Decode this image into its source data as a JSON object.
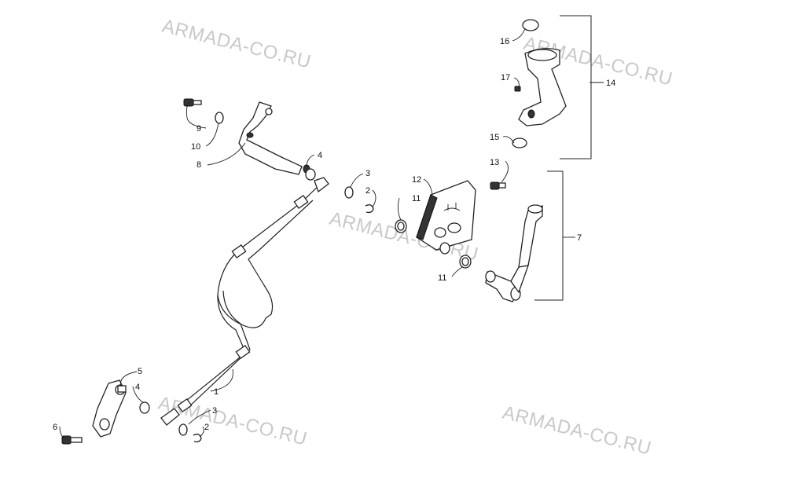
{
  "watermark": "ARMADA-CO.RU",
  "callouts": {
    "c1": "1",
    "c2a": "2",
    "c2b": "2",
    "c3a": "3",
    "c3b": "3",
    "c4a": "4",
    "c4b": "4",
    "c5": "5",
    "c6": "6",
    "c7": "7",
    "c8": "8",
    "c9": "9",
    "c10": "10",
    "c11a": "11",
    "c11b": "11",
    "c12": "12",
    "c13": "13",
    "c14": "14",
    "c15": "15",
    "c16": "16",
    "c17": "17"
  }
}
